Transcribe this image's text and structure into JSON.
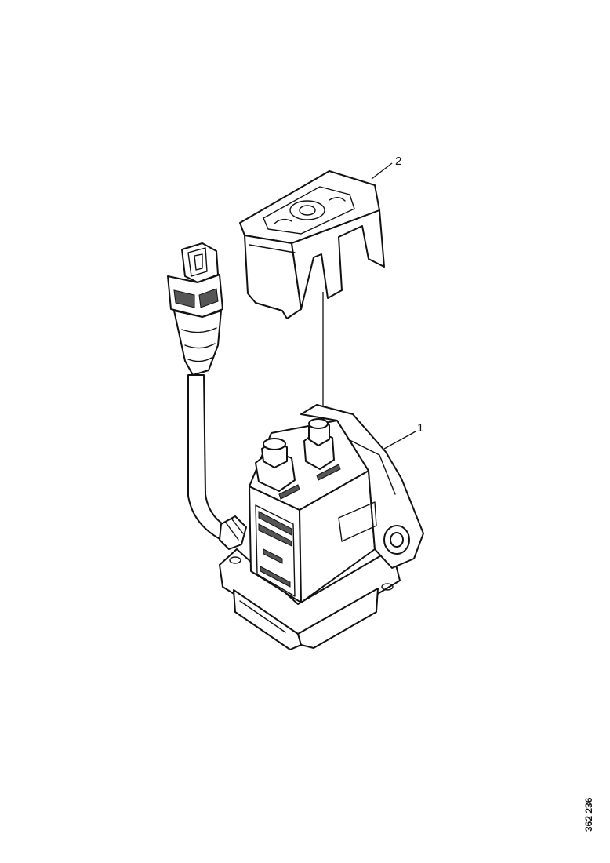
{
  "callouts": [
    {
      "id": "cover",
      "label": "2"
    },
    {
      "id": "switch",
      "label": "1"
    }
  ],
  "drawing_number": "362 236"
}
